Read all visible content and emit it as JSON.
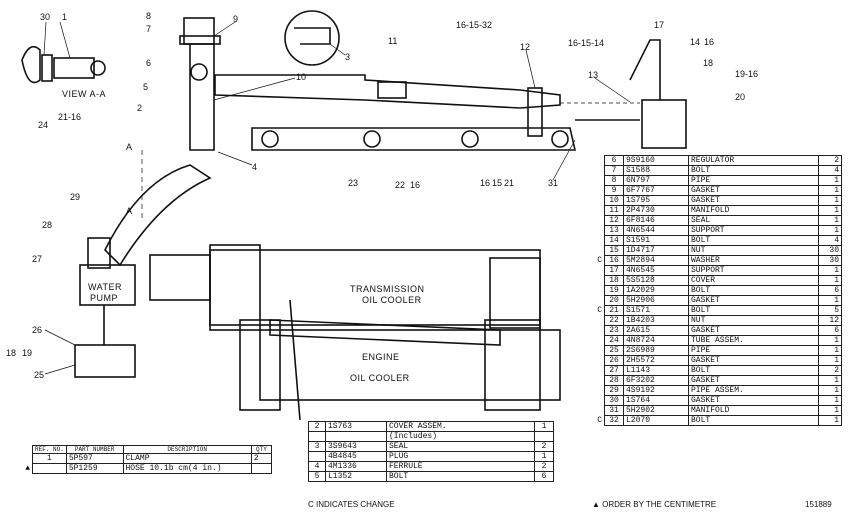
{
  "diagram": {
    "callouts": [
      "30",
      "1",
      "24",
      "21-16",
      "8",
      "7",
      "9",
      "6",
      "5",
      "2",
      "3",
      "11",
      "10",
      "4",
      "16-15-32",
      "12",
      "17",
      "16-15-14",
      "14",
      "16",
      "13",
      "18",
      "19-16",
      "20",
      "23",
      "22",
      "16",
      "16",
      "15",
      "21",
      "31",
      "29",
      "28",
      "27",
      "26",
      "18",
      "19",
      "25"
    ],
    "labels": {
      "view": "VIEW A-A",
      "section_a1": "A",
      "section_a2": "A",
      "water_pump_1": "WATER",
      "water_pump_2": "PUMP",
      "trans_cooler_1": "TRANSMISSION",
      "trans_cooler_2": "OIL COOLER",
      "engine_cooler_1": "ENGINE",
      "engine_cooler_2": "OIL COOLER"
    }
  },
  "right_table": {
    "rows": [
      {
        "mark": "",
        "ref": "6",
        "pn": "9S9160",
        "desc": "REGULATOR",
        "qty": "2"
      },
      {
        "mark": "",
        "ref": "7",
        "pn": "S1588",
        "desc": "BOLT",
        "qty": "4"
      },
      {
        "mark": "",
        "ref": "8",
        "pn": "6N797",
        "desc": "PIPE",
        "qty": "1"
      },
      {
        "mark": "",
        "ref": "9",
        "pn": "6F7767",
        "desc": "GASKET",
        "qty": "1"
      },
      {
        "mark": "",
        "ref": "10",
        "pn": "1S795",
        "desc": "GASKET",
        "qty": "1"
      },
      {
        "mark": "",
        "ref": "11",
        "pn": "2P4730",
        "desc": "MANIFOLD",
        "qty": "1"
      },
      {
        "mark": "",
        "ref": "12",
        "pn": "6F8146",
        "desc": "SEAL",
        "qty": "1"
      },
      {
        "mark": "",
        "ref": "13",
        "pn": "4N6544",
        "desc": "SUPPORT",
        "qty": "1"
      },
      {
        "mark": "",
        "ref": "14",
        "pn": "S1591",
        "desc": "BOLT",
        "qty": "4"
      },
      {
        "mark": "",
        "ref": "15",
        "pn": "1D4717",
        "desc": "NUT",
        "qty": "30"
      },
      {
        "mark": "C",
        "ref": "16",
        "pn": "5M2894",
        "desc": "WASHER",
        "qty": "30"
      },
      {
        "mark": "",
        "ref": "17",
        "pn": "4N6545",
        "desc": "SUPPORT",
        "qty": "1"
      },
      {
        "mark": "",
        "ref": "18",
        "pn": "5S5128",
        "desc": "COVER",
        "qty": "1"
      },
      {
        "mark": "",
        "ref": "19",
        "pn": "1A2029",
        "desc": "BOLT",
        "qty": "6"
      },
      {
        "mark": "",
        "ref": "20",
        "pn": "5H2906",
        "desc": "GASKET",
        "qty": "1"
      },
      {
        "mark": "C",
        "ref": "21",
        "pn": "S1571",
        "desc": "BOLT",
        "qty": "5"
      },
      {
        "mark": "",
        "ref": "22",
        "pn": "1B4203",
        "desc": "NUT",
        "qty": "12"
      },
      {
        "mark": "",
        "ref": "23",
        "pn": "2A615",
        "desc": "GASKET",
        "qty": "6"
      },
      {
        "mark": "",
        "ref": "24",
        "pn": "4N8724",
        "desc": "TUBE ASSEM.",
        "qty": "1"
      },
      {
        "mark": "",
        "ref": "25",
        "pn": "2S6989",
        "desc": "PIPE",
        "qty": "1"
      },
      {
        "mark": "",
        "ref": "26",
        "pn": "2H5572",
        "desc": "GASKET",
        "qty": "1"
      },
      {
        "mark": "",
        "ref": "27",
        "pn": "L1143",
        "desc": "BOLT",
        "qty": "2"
      },
      {
        "mark": "",
        "ref": "28",
        "pn": "6F3202",
        "desc": "GASKET",
        "qty": "1"
      },
      {
        "mark": "",
        "ref": "29",
        "pn": "4S9192",
        "desc": "PIPE ASSEM.",
        "qty": "1"
      },
      {
        "mark": "",
        "ref": "30",
        "pn": "1S764",
        "desc": "GASKET",
        "qty": "1"
      },
      {
        "mark": "",
        "ref": "31",
        "pn": "5H2902",
        "desc": "MANIFOLD",
        "qty": "1"
      },
      {
        "mark": "C",
        "ref": "32",
        "pn": "L2070",
        "desc": "BOLT",
        "qty": "1"
      }
    ]
  },
  "mid_table": {
    "rows": [
      {
        "ref": "2",
        "pn": "1S763",
        "desc": "COVER ASSEM.",
        "qty": "1"
      },
      {
        "ref": "",
        "pn": "",
        "desc": "(Includes)",
        "qty": ""
      },
      {
        "ref": "3",
        "pn": "3S9643",
        "desc": "SEAL",
        "qty": "2"
      },
      {
        "ref": "",
        "pn": "4B4845",
        "desc": "PLUG",
        "qty": "1"
      },
      {
        "ref": "4",
        "pn": "4M1336",
        "desc": "FERRULE",
        "qty": "2"
      },
      {
        "ref": "5",
        "pn": "L1352",
        "desc": "BOLT",
        "qty": "6"
      }
    ]
  },
  "left_table": {
    "headers": {
      "ref": "REF. NO.",
      "pn": "PART NUMBER",
      "desc": "DESCRIPTION",
      "qty": "QTY"
    },
    "rows": [
      {
        "mark": "",
        "ref": "1",
        "pn": "5P597",
        "desc": "CLAMP",
        "qty": "2"
      },
      {
        "mark": "▲",
        "ref": "",
        "pn": "5P1259",
        "desc": "HOSE  10.1b cm(4 in.)",
        "qty": ""
      }
    ]
  },
  "footer": {
    "change_note": "C INDICATES CHANGE",
    "order_note": "▲ ORDER BY THE CENTIMETRE",
    "illustration_no": "151889"
  }
}
